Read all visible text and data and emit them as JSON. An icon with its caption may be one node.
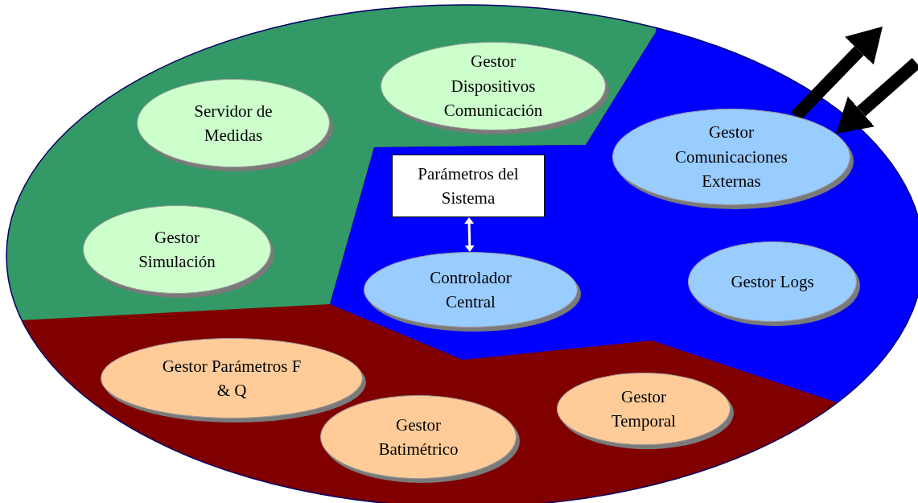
{
  "diagram": {
    "nodes": [
      {
        "text": [
          "Gestor Dispositivos Comunicación"
        ]
      },
      {
        "text": [
          "Servidor de Medidas"
        ]
      },
      {
        "text": [
          "Gestor Comunicaciones Externas"
        ]
      },
      {
        "text": [
          "Parámetros del Sistema"
        ]
      },
      {
        "text": [
          "Gestor Simulación"
        ]
      },
      {
        "text": [
          "Gestor Logs"
        ]
      },
      {
        "text": [
          "Controlador Central"
        ]
      },
      {
        "text": [
          "Gestor Parámetros F & Q"
        ]
      },
      {
        "text": [
          "Gestor Temporal"
        ]
      },
      {
        "text": [
          "Gestor Batimétrico"
        ]
      }
    ],
    "edges": [
      {
        "from": 2,
        "to": null,
        "arrow": "to"
      },
      {
        "from": null,
        "to": 2,
        "arrow": "to"
      },
      {
        "from": 3,
        "to": 6,
        "arrow": "both",
        "color": "#ffffff"
      }
    ]
  }
}
